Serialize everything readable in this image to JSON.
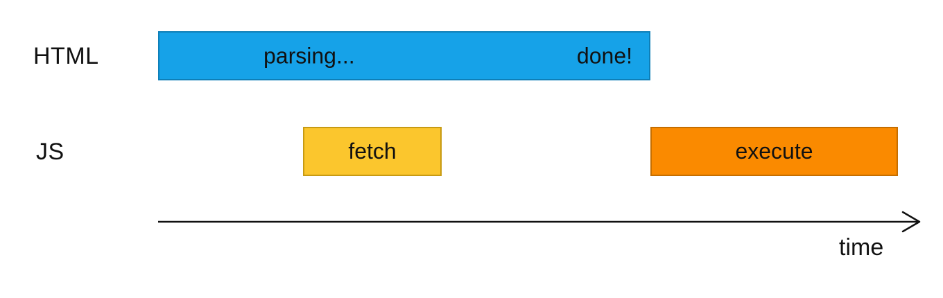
{
  "rows": [
    {
      "id": "html",
      "label": "HTML"
    },
    {
      "id": "js",
      "label": "JS"
    }
  ],
  "bars": {
    "parsing": {
      "row": "HTML",
      "label": "parsing...",
      "end_label": "done!",
      "fill": "#16A2E8",
      "border": "#0E7FB8"
    },
    "fetch": {
      "row": "JS",
      "label": "fetch",
      "fill": "#FBC62D",
      "border": "#C79A13"
    },
    "execute": {
      "row": "JS",
      "label": "execute",
      "fill": "#FA8A00",
      "border": "#C56E00"
    }
  },
  "axis": {
    "label": "time",
    "line_color": "#111111"
  }
}
